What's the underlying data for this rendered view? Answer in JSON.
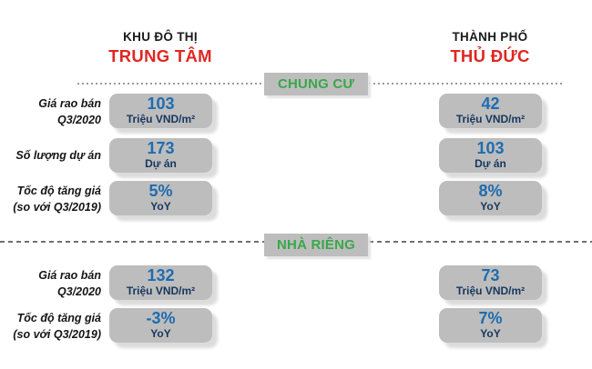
{
  "colors": {
    "red": "#df2722",
    "green": "#3aa74a",
    "blue": "#1f6cb0",
    "navy": "#17375e",
    "boxgray": "#bdbdbd"
  },
  "header": {
    "left": {
      "line1": "KHU ĐÔ THỊ",
      "line2": "TRUNG TÂM"
    },
    "right": {
      "line1": "THÀNH PHỐ",
      "line2": "THỦ ĐỨC"
    }
  },
  "sections": [
    {
      "title": "CHUNG CƯ",
      "rows": [
        {
          "label_line1": "Giá rao bán",
          "label_line2": "Q3/2020",
          "left": {
            "value": "103",
            "unit": "Triệu VND/m²"
          },
          "right": {
            "value": "42",
            "unit": "Triệu VND/m²"
          }
        },
        {
          "label_line1": "Số lượng dự án",
          "label_line2": "",
          "left": {
            "value": "173",
            "unit": "Dự án"
          },
          "right": {
            "value": "103",
            "unit": "Dự án"
          }
        },
        {
          "label_line1": "Tốc độ tăng giá",
          "label_line2": "(so với Q3/2019)",
          "left": {
            "value": "5%",
            "unit": "YoY"
          },
          "right": {
            "value": "8%",
            "unit": "YoY"
          }
        }
      ]
    },
    {
      "title": "NHÀ RIÊNG",
      "rows": [
        {
          "label_line1": "Giá rao bán",
          "label_line2": "Q3/2020",
          "left": {
            "value": "132",
            "unit": "Triệu VND/m²"
          },
          "right": {
            "value": "73",
            "unit": "Triệu VND/m²"
          }
        },
        {
          "label_line1": "Tốc độ tăng giá",
          "label_line2": "(so với Q3/2019)",
          "left": {
            "value": "-3%",
            "unit": "YoY"
          },
          "right": {
            "value": "7%",
            "unit": "YoY"
          }
        }
      ]
    }
  ],
  "chart_data": {
    "type": "table",
    "columns": [
      "Metric",
      "Khu Đô Thị Trung Tâm",
      "Thành Phố Thủ Đức"
    ],
    "sections": [
      {
        "name": "CHUNG CƯ",
        "rows": [
          {
            "metric": "Giá rao bán Q3/2020",
            "unit": "Triệu VND/m²",
            "trung_tam": 103,
            "thu_duc": 42
          },
          {
            "metric": "Số lượng dự án",
            "unit": "Dự án",
            "trung_tam": 173,
            "thu_duc": 103
          },
          {
            "metric": "Tốc độ tăng giá (so với Q3/2019)",
            "unit": "% YoY",
            "trung_tam": 5,
            "thu_duc": 8
          }
        ]
      },
      {
        "name": "NHÀ RIÊNG",
        "rows": [
          {
            "metric": "Giá rao bán Q3/2020",
            "unit": "Triệu VND/m²",
            "trung_tam": 132,
            "thu_duc": 73
          },
          {
            "metric": "Tốc độ tăng giá (so với Q3/2019)",
            "unit": "% YoY",
            "trung_tam": -3,
            "thu_duc": 7
          }
        ]
      }
    ]
  }
}
